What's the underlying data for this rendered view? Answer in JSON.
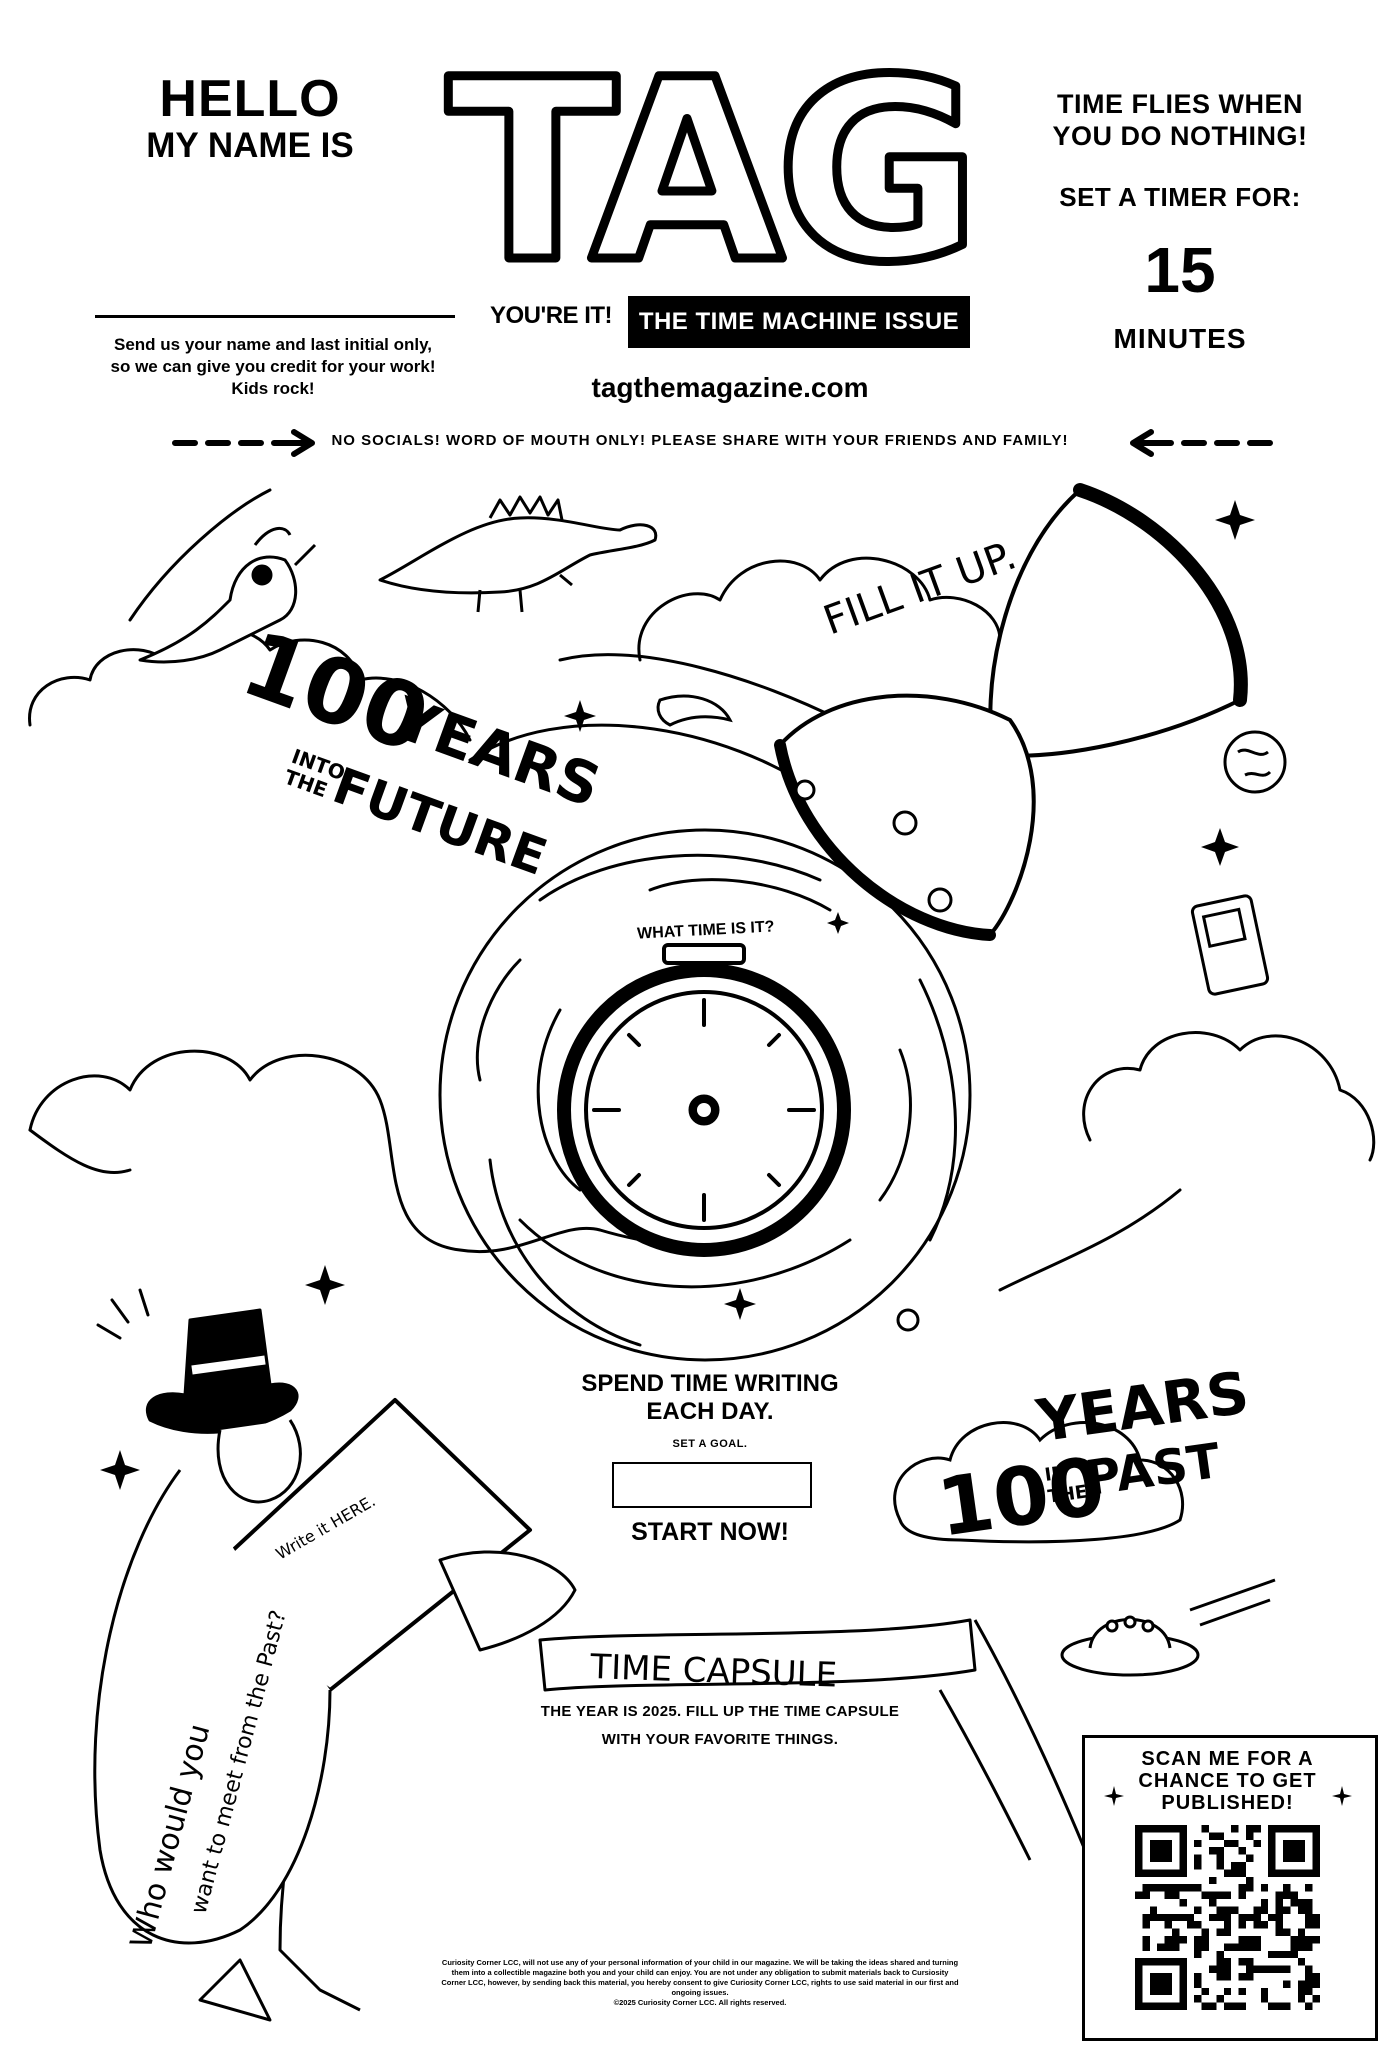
{
  "header": {
    "hello_line1": "HELLO",
    "hello_line2": "MY NAME IS",
    "credit_note_lines": [
      "Send us your name and last initial only,",
      "so we can give you credit for your work!",
      "Kids rock!"
    ],
    "logo_text": "TAG",
    "tagline": "YOU'RE IT!",
    "issue_title": "THE TIME MACHINE ISSUE",
    "website": "tagthemagazine.com"
  },
  "timer": {
    "line1": "TIME FLIES WHEN",
    "line2": "YOU DO NOTHING!",
    "prompt": "SET A TIMER FOR:",
    "value": "15",
    "unit": "MINUTES"
  },
  "banner": {
    "socials": "NO SOCIALS! WORD OF MOUTH ONLY! PLEASE SHARE WITH YOUR FRIENDS AND FAMILY!"
  },
  "art_labels": {
    "future": "100 YEARS INTO THE FUTURE",
    "future_parts": [
      "100",
      "YEARS",
      "INTO",
      "THE",
      "FUTURE"
    ],
    "fill": "FILL IT UP.",
    "what_time": "WHAT TIME IS IT?",
    "past": "100 YEARS IN THE PAST",
    "past_parts": [
      "100",
      "YEARS",
      "IN",
      "THE",
      "PAST"
    ],
    "sign": "Write it HERE.",
    "capsule": "TIME CAPSULE",
    "scroll": "Who would you want to meet from the Past?",
    "scroll_lines": [
      "Who would you",
      "want to meet from the Past?"
    ]
  },
  "goal": {
    "line1": "SPEND TIME WRITING",
    "line2": "EACH DAY.",
    "hint": "SET A GOAL.",
    "start": "START NOW!"
  },
  "capsule": {
    "line1": "THE YEAR IS 2025. FILL UP THE TIME CAPSULE",
    "line2": "WITH YOUR FAVORITE THINGS."
  },
  "qr": {
    "line1": "SCAN ME FOR A",
    "line2": "CHANCE TO GET",
    "line3": "PUBLISHED!"
  },
  "legal": {
    "line1": "Curiosity Corner LCC, will not use any of your personal information of your child in our magazine. We will be taking the ideas shared and turning",
    "line2": "them into a collectible magazine both you and your child can enjoy. You are not under any obligation to submit materials back to Cursiosity",
    "line3": "Corner LCC, however, by sending back this material, you hereby consent to give Curiosity Corner LCC, rights to use said material in our first and",
    "line4": "ongoing issues.",
    "line5": "©2025 Curiosity Corner LCC. All rights reserved."
  }
}
